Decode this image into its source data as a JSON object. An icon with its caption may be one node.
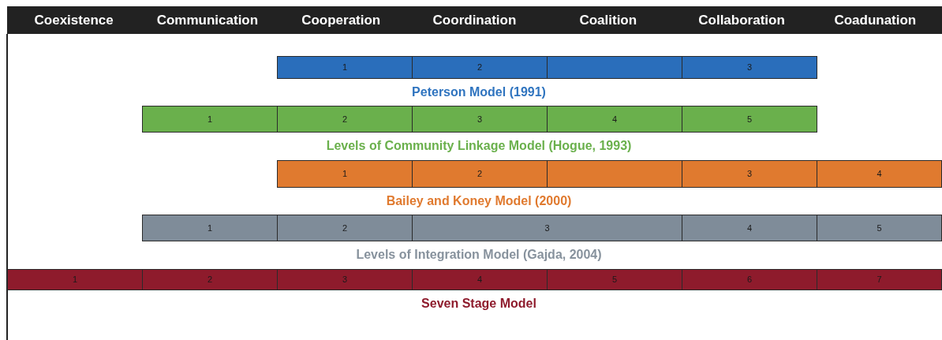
{
  "diagram": {
    "nodes": [
      {
        "text": [
          "Peterson Model (1991)"
        ]
      },
      {
        "text": [
          "1"
        ],
        "in": 0
      },
      {
        "text": [
          "2"
        ],
        "in": 0
      },
      {
        "text": [],
        "shape": "box",
        "in": 0
      },
      {
        "text": [
          "3"
        ],
        "in": 0
      },
      {
        "text": [
          "Levels of Community Linkage Model (Hogue, 1993)"
        ]
      },
      {
        "text": [
          "1"
        ],
        "in": 5
      },
      {
        "text": [
          "2"
        ],
        "in": 5
      },
      {
        "text": [
          "3"
        ],
        "in": 5
      },
      {
        "text": [
          "4"
        ],
        "in": 5
      },
      {
        "text": [
          "5"
        ],
        "in": 5
      },
      {
        "text": [
          "Bailey and Koney Model (2000)"
        ]
      },
      {
        "text": [
          "1"
        ],
        "in": 11
      },
      {
        "text": [
          "2"
        ],
        "in": 11
      },
      {
        "text": [],
        "shape": "box",
        "in": 11
      },
      {
        "text": [
          "3"
        ],
        "in": 11
      },
      {
        "text": [
          "4"
        ],
        "in": 11
      },
      {
        "text": [
          "Levels of Integration Model (Gajda, 2004)"
        ]
      },
      {
        "text": [
          "1"
        ],
        "in": 17
      },
      {
        "text": [
          "2"
        ],
        "in": 17
      },
      {
        "text": [
          "3"
        ],
        "in": 17
      },
      {
        "text": [
          "4"
        ],
        "in": 17
      },
      {
        "text": [
          "5"
        ],
        "in": 17
      },
      {
        "text": [
          "Seven Stage Model"
        ]
      },
      {
        "text": [
          "1"
        ],
        "in": 23
      },
      {
        "text": [
          "2"
        ],
        "in": 23
      },
      {
        "text": [
          "3"
        ],
        "in": 23
      },
      {
        "text": [
          "4"
        ],
        "in": 23
      },
      {
        "text": [
          "5"
        ],
        "in": 23
      },
      {
        "text": [
          "6"
        ],
        "in": 23
      },
      {
        "text": [
          "7"
        ],
        "in": 23
      }
    ],
    "labels": [
      "Coexistence",
      "Communication",
      "Cooperation",
      "Coordination",
      "Coalition",
      "Collaboration",
      "Coadunation"
    ]
  }
}
